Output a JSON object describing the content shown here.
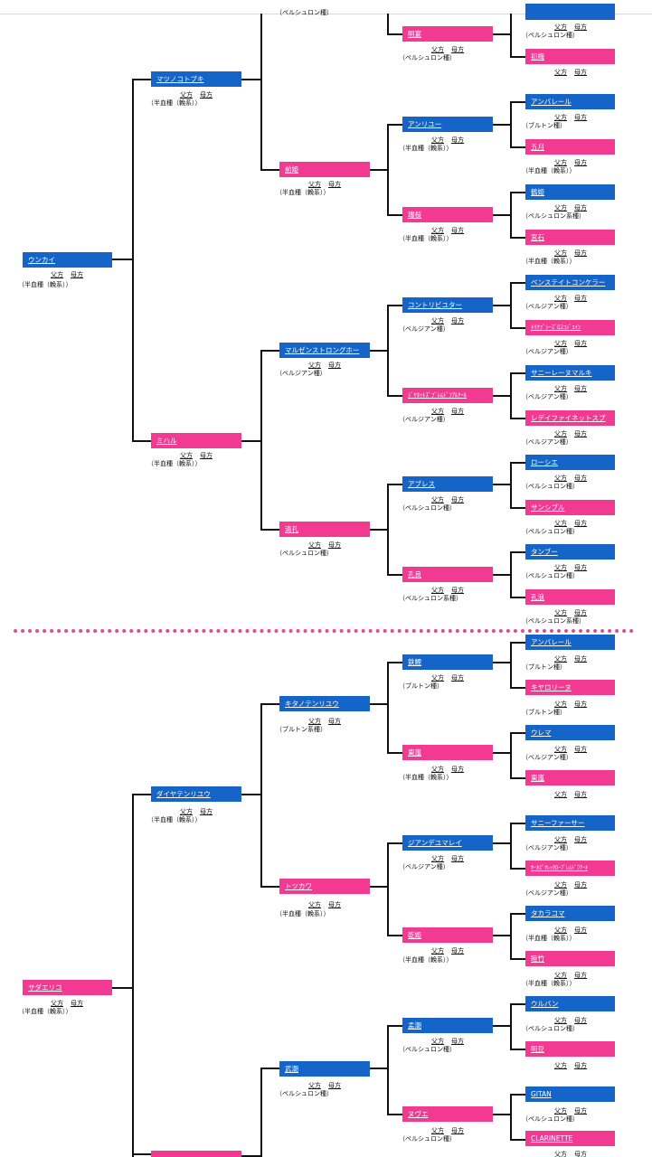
{
  "labels": {
    "father": "父方",
    "mother": "母方"
  },
  "section1": {
    "horse": "ウンカイ",
    "horse_breed": "（半血種（輓系））",
    "sire": "マツノコトブキ",
    "sire_breed": "（半血種（輓系））",
    "dam": "ミハル",
    "dam_breed": "（半血種（輓系））",
    "ss_breed": "（ペルシュロン種）",
    "sd": "前姫",
    "sd_breed": "（半血種（輓系））",
    "ds": "マルゼンストロングホー",
    "ds_breed": "（ベルジアン種）",
    "dd": "清孔",
    "dd_breed": "（ペルシュロン種）",
    "ssd": "明宴",
    "ssd_breed": "（ペルシュロン種）",
    "sds": "アンリユー",
    "sds_breed": "（半血種（輓系））",
    "sdd": "瑞桜",
    "sdd_breed": "（半血種（輓系））",
    "dss": "コントリビユター",
    "dss_breed": "（ベルジアン種）",
    "dsd": "ｼﾞﾔﾈｯﾄｽﾞﾌﾞﾚﾑﾄﾞﾌｱﾙｸｰﾙ",
    "dsd_breed": "（ベルジアン種）",
    "dds": "アブレス",
    "dds_breed": "（ペルシュロン種）",
    "ddd": "孔良",
    "ddd_breed": "（ペルシュロン系種）",
    "ssdd": "初梅",
    "sdss": "アンバレール",
    "sdss_breed": "（ブルトン種）",
    "sdsd": "五月",
    "sdsd_breed": "（半血種（輓系））",
    "sdds": "鶴姫",
    "sdds_breed": "（ペルシュロン系種）",
    "sddd": "宮石",
    "sddd_breed": "（半血種（輓系））",
    "dsss": "ベンステイトコンケラー",
    "dsss_breed": "（ベルジアン種）",
    "dssd": "ﾄﾘｸﾌﾞｼｰｽﾞﾛｽｺｼﾞｴｲﾝ",
    "dssd_breed": "（ベルジアン種）",
    "dsds": "サニーレーヌマルキ",
    "dsds_breed": "（ベルジアン種）",
    "dsdd": "レデイファイネットスプ",
    "dsdd_breed": "（ベルジアン種）",
    "ddss": "ローシエ",
    "ddss_breed": "（ペルシュロン種）",
    "ddsd": "サンシブル",
    "ddsd_breed": "（ペルシュロン種）",
    "ddds": "タンブー",
    "ddds_breed": "（ペルシュロン種）",
    "dddd": "孔浪",
    "dddd_breed": "（ペルシュロン系種）"
  },
  "section2": {
    "horse": "サダエリコ",
    "horse_breed": "（半血種（輓系））",
    "sire": "ダイヤテンリユウ",
    "sire_breed": "（半血種（輓系））",
    "ss": "キタノテンリユウ",
    "ss_breed": "（ブルトン系種）",
    "sd": "トツカワ",
    "sd_breed": "（半血種（輓系））",
    "ds": "武潮",
    "ds_breed": "（ペルシュロン種）",
    "sss": "鉄鯉",
    "sss_breed": "（ブルトン種）",
    "ssd": "東嵐",
    "ssd_breed": "（半血種（輓系））",
    "sds": "ジアンデユマレイ",
    "sds_breed": "（ベルジアン種）",
    "sdd": "乾姫",
    "sdd_breed": "（半血種（輓系））",
    "dss": "孟潮",
    "dss_breed": "（ペルシュロン種）",
    "dsd": "ヌヴエ",
    "dsd_breed": "（ペルシュロン種）",
    "ssss": "アンバレール",
    "ssss_breed": "（ブルトン種）",
    "sssd": "キヤロリーヌ",
    "sssd_breed": "（ブルトン種）",
    "ssds": "ウレマ",
    "ssds_breed": "（ベルジアン種）",
    "ssdd": "東嵐",
    "sdss": "サニーファーサー",
    "sdss_breed": "（ベルジアン種）",
    "sdsd": "ｻｰｶｽﾞｸﾚｯｸﾛｰﾌﾞﾚﾑﾄﾞﾌｱｰｷ",
    "sdsd_breed": "（ベルジアン種）",
    "sdds": "タカラコマ",
    "sdds_breed": "（半血種（輓系））",
    "sddd": "睦竹",
    "sddd_breed": "（半血種（輓系））",
    "dsss": "ウルバン",
    "dsss_breed": "（ペルシュロン種）",
    "dssd": "明豆",
    "dsds": "GITAN",
    "dsds_breed": "（ペルシュロン種）",
    "dsdd": "CLARINETTE"
  }
}
